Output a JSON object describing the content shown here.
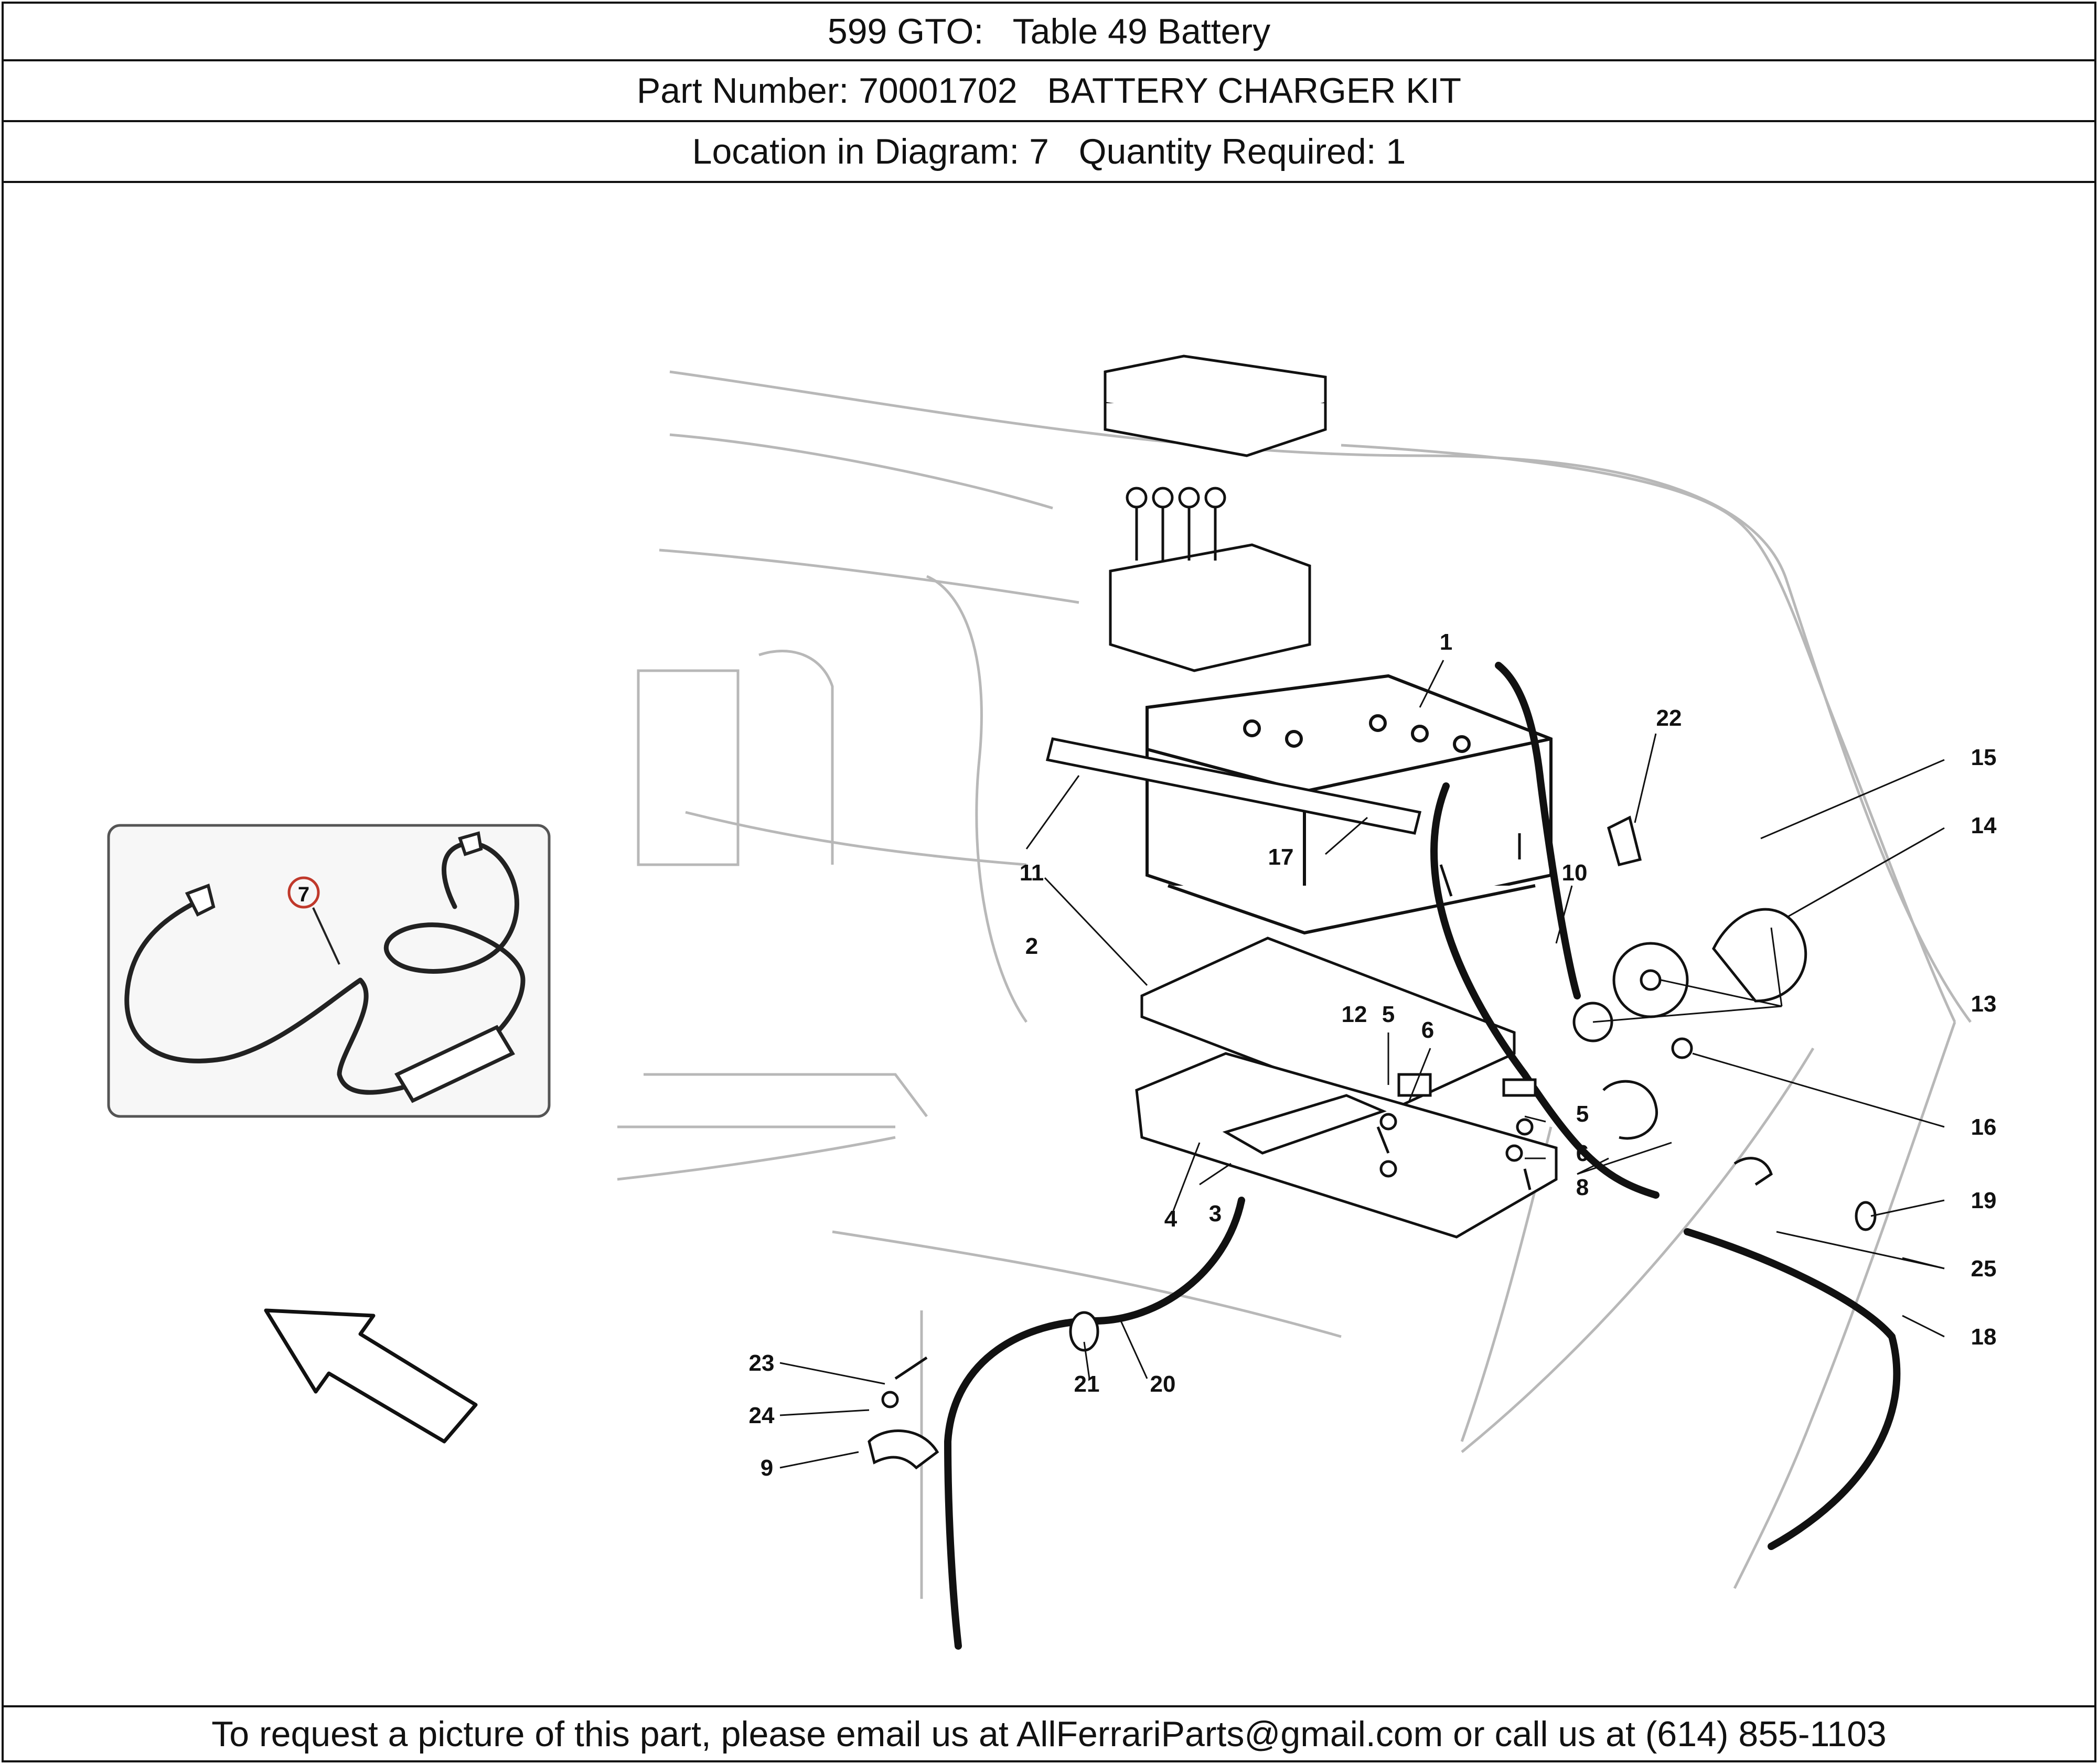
{
  "header": {
    "model_table": "599 GTO:   Table 49 Battery",
    "part_line": "Part Number: 70001702   BATTERY CHARGER KIT",
    "location_line": "Location in Diagram: 7   Quantity Required: 1"
  },
  "footer": {
    "request_text": "To request a picture of this part, please email us at AllFerrariParts@gmail.com or call us at (614) 855-1103"
  },
  "diagram": {
    "inset_callout": "7",
    "callouts": [
      "1",
      "2",
      "3",
      "4",
      "5",
      "5",
      "6",
      "6",
      "8",
      "9",
      "10",
      "11",
      "12",
      "13",
      "14",
      "15",
      "16",
      "17",
      "18",
      "19",
      "20",
      "21",
      "22",
      "23",
      "24",
      "25"
    ]
  },
  "colors": {
    "line": "#111111",
    "faint_line": "#b8b8b8",
    "highlight_circle": "#c0392b"
  }
}
